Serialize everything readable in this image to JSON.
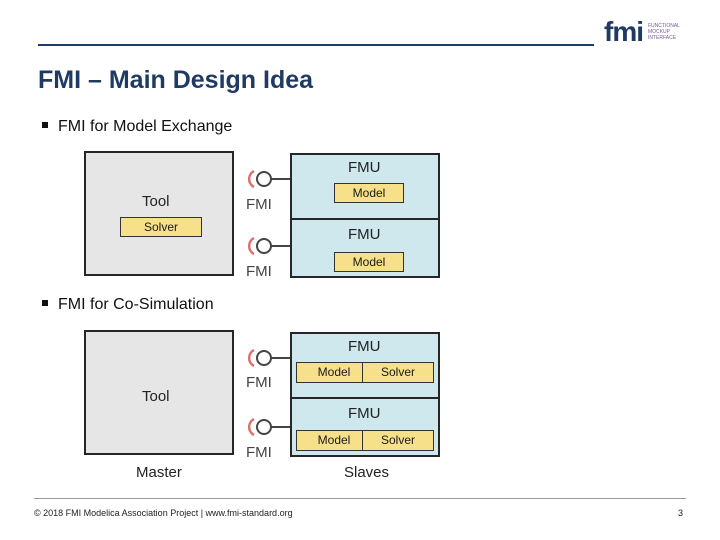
{
  "logo": {
    "text": "fmi",
    "tagline": "FUNCTIONAL MOCKUP INTERFACE"
  },
  "title": "FMI – Main Design Idea",
  "sections": [
    {
      "bullet": "FMI for Model Exchange",
      "tool_label": "Tool",
      "solver_label": "Solver",
      "fmus": [
        {
          "label": "FMU",
          "model": "Model",
          "interface": "FMI"
        },
        {
          "label": "FMU",
          "model": "Model",
          "interface": "FMI"
        }
      ]
    },
    {
      "bullet": "FMI for Co-Simulation",
      "tool_label": "Tool",
      "master_label": "Master",
      "slaves_label": "Slaves",
      "fmus": [
        {
          "label": "FMU",
          "model": "Model",
          "solver": "Solver",
          "interface": "FMI"
        },
        {
          "label": "FMU",
          "model": "Model",
          "solver": "Solver",
          "interface": "FMI"
        }
      ]
    }
  ],
  "footer": "© 2018 FMI Modelica Association Project | www.fmi-standard.org",
  "page_number": "3",
  "colors": {
    "title": "#1f3b63",
    "fmu_bg": "#cfe8ee",
    "tool_bg": "#e6e6e6",
    "subbox_bg": "#f6e08a",
    "connector": "#e07070"
  }
}
